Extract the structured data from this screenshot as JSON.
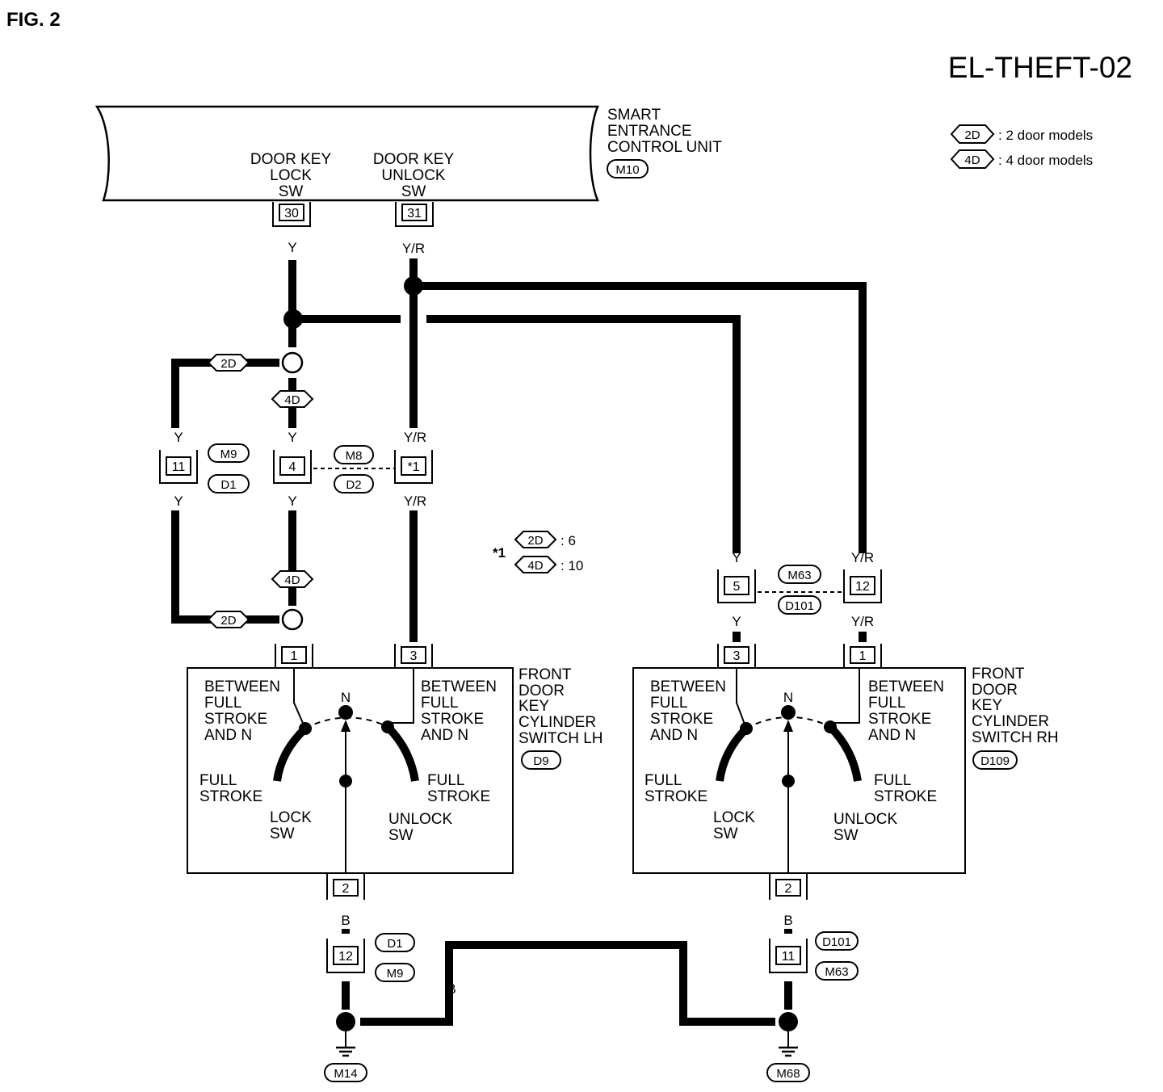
{
  "header": {
    "fig": "FIG. 2",
    "code": "EL-THEFT-02"
  },
  "legend": {
    "d2_tag": "2D",
    "d2_text": ": 2 door models",
    "d4_tag": "4D",
    "d4_text": ": 4 door models"
  },
  "ecu": {
    "name": [
      "SMART",
      "ENTRANCE",
      "CONTROL UNIT"
    ],
    "connector": "M10",
    "lock_terminal": [
      "DOOR KEY",
      "LOCK",
      "SW"
    ],
    "unlock_terminal": [
      "DOOR KEY",
      "UNLOCK",
      "SW"
    ],
    "pin_lock": "30",
    "pin_unlock": "31"
  },
  "wire_colors": {
    "y": "Y",
    "yr": "Y/R",
    "b": "B"
  },
  "variant_tags": {
    "d2": "2D",
    "d4": "4D"
  },
  "connectors_left": {
    "pin_2d": "11",
    "pin_4d": "4",
    "pin_yr": "*1",
    "tag_m9": "M9",
    "tag_d1": "D1",
    "tag_m8": "M8",
    "tag_d2": "D2"
  },
  "footnote": {
    "mark": "*1",
    "d2_value": ": 6",
    "d4_value": ": 10"
  },
  "connectors_right": {
    "pin_y": "5",
    "pin_yr": "12",
    "tag_m63": "M63",
    "tag_d101": "D101"
  },
  "switch_lh": {
    "name": [
      "FRONT",
      "DOOR",
      "KEY",
      "CYLINDER",
      "SWITCH LH"
    ],
    "connector": "D9",
    "pin_lock": "1",
    "pin_unlock": "3",
    "pin_ground": "2",
    "between_left": [
      "BETWEEN",
      "FULL",
      "STROKE",
      "AND N"
    ],
    "between_right": [
      "BETWEEN",
      "FULL",
      "STROKE",
      "AND N"
    ],
    "neutral": "N",
    "full_left": [
      "FULL",
      "STROKE"
    ],
    "full_right": [
      "FULL",
      "STROKE"
    ],
    "lock_sw": [
      "LOCK",
      "SW"
    ],
    "unlock_sw": [
      "UNLOCK",
      "SW"
    ]
  },
  "switch_rh": {
    "name": [
      "FRONT",
      "DOOR",
      "KEY",
      "CYLINDER",
      "SWITCH RH"
    ],
    "connector": "D109",
    "pin_lock": "3",
    "pin_unlock": "1",
    "pin_ground": "2",
    "between_left": [
      "BETWEEN",
      "FULL",
      "STROKE",
      "AND N"
    ],
    "between_right": [
      "BETWEEN",
      "FULL",
      "STROKE",
      "AND N"
    ],
    "neutral": "N",
    "full_left": [
      "FULL",
      "STROKE"
    ],
    "full_right": [
      "FULL",
      "STROKE"
    ],
    "lock_sw": [
      "LOCK",
      "SW"
    ],
    "unlock_sw": [
      "UNLOCK",
      "SW"
    ]
  },
  "ground_left": {
    "pin": "12",
    "tag_top": "D1",
    "tag_bottom": "M9",
    "ground_tag": "M14"
  },
  "ground_right": {
    "pin": "11",
    "tag_top": "D101",
    "tag_bottom": "M63",
    "ground_tag": "M68"
  }
}
